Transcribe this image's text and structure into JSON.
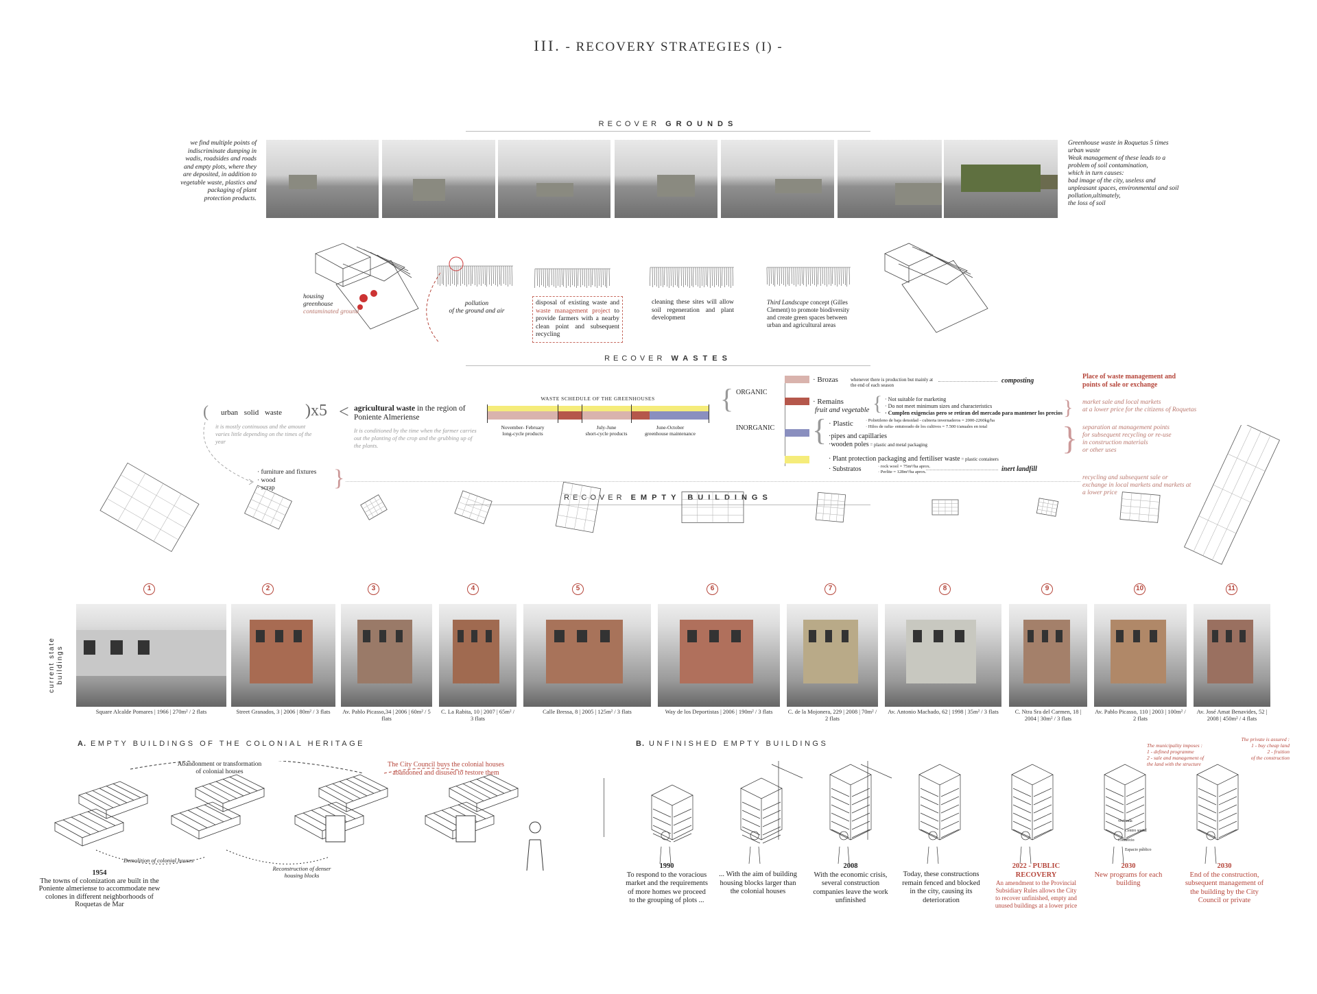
{
  "title": {
    "numeral": "III.",
    "text": " - RECOVERY STRATEGIES (I) -"
  },
  "grounds": {
    "heading_light": "RECOVER",
    "heading_bold": "GROUNDS",
    "left_text": [
      "we find multiple points of",
      "indiscriminate dumping in",
      "wadis, roadsides and roads",
      "and empty plots, where they",
      "are deposited, in addition to",
      "vegetable waste, plastics and",
      "packaging of plant",
      "protection products."
    ],
    "right_text": [
      "Greenhouse waste in Roquetas 5 times",
      "urban waste",
      "Weak management of these leads to a",
      "problem of soil contamination,",
      "which in turn causes:",
      "bad image of the city, useless and",
      "unpleasant spaces, environmental and soil",
      "pollution,ultimately,",
      "the loss of soil"
    ],
    "s1": {
      "a": "housing",
      "b": "greenhouse",
      "c": "contaminated ground"
    },
    "s2": {
      "a": "pollution",
      "b": "of the ground and air"
    },
    "s3": {
      "a": "disposal of existing waste and ",
      "b": "waste management project",
      "c": " to provide farmers with a nearby clean point and subsequent recycling"
    },
    "s4": "cleaning these sites will allow soil regeneration and plant development",
    "s5": {
      "a": "Third Landscape",
      "b": " concept (Gilles Clement) to promote biodiversity and create green spaces between urban and agricultural areas"
    }
  },
  "wastes": {
    "heading_light": "RECOVER",
    "heading_bold": "WASTES",
    "urban": "urban solid waste",
    "times": ")x5",
    "lt": "<",
    "agri_bold": "agricultural waste",
    "agri_rest": " in the region of Poniente Almeriense",
    "urban_note": "it is mostly continuous and the amount varies little depending on the times of the year",
    "agri_note": "It is conditioned by the time when the farmer carries out the planting of the crop and the grubbing up of the plants.",
    "schedule": {
      "title": "WASTE SCHEDULE OF THE GREENHOUSES",
      "periods": [
        {
          "a": "November- February",
          "b": "long-cycle products"
        },
        {
          "a": "July-June",
          "b": "short-cycle products"
        },
        {
          "a": "June-October",
          "b": "greenhouse maintenance"
        }
      ]
    },
    "colors": {
      "brozas": "#d9b3ad",
      "remains": "#b5574b",
      "inorganic": "#8a8fbf",
      "yellow": "#f5ec7a"
    },
    "organic": "ORGANIC",
    "inorganic": "INORGANIC",
    "brozas": "· Brozas",
    "brozas_note": "whenever there is production but mainly at the end of each season",
    "composting": "composting",
    "remains": "· Remains",
    "fruit": "fruit and vegetable",
    "remains_items": [
      "· Not suitable for marketing",
      "· Do not meet minimum sizes and characteristics",
      "· Cumplen exigencias pero se retiran del mercado para mantener los precios"
    ],
    "plastic": "· Plastic",
    "plastic_items": [
      "· Polietileno de baja densidad - cubierta invernaderos = 2000-2260kg/ha",
      "· Hilos de rafia- entutorado de los cultivos = 7.500 t/anuales en total"
    ],
    "pipes": "·pipes and capillaries",
    "poles": "·wooden poles",
    "poles_note": " = plastic and metal packaging",
    "plant": "· Plant protection packaging and fertiliser waste",
    "plant_note": " = plastic containers",
    "substratos": "· Substratos",
    "sub_items": [
      "· rock wool = 75m³/ha aprox.",
      "· Perlite = 128m³/ha aprox."
    ],
    "landfill": "inert landfill",
    "furniture": [
      "· furniture and fixtures",
      "· wood",
      "· scrap"
    ],
    "place_title": [
      "Place of waste management and",
      "points of sale or exchange"
    ],
    "use1": [
      "market sale and local markets",
      "at a lower price for the citizens of Roquetas"
    ],
    "use2": [
      "separation at management points",
      "for subsequent recycling or re-use",
      "in construction materials",
      "or other uses"
    ],
    "use3": [
      "recycling and subsequent sale or",
      "exchange in local markets and markets at",
      "a lower price"
    ]
  },
  "buildings": {
    "heading_light": "RECOVER",
    "heading_bold": "EMPTY BUILDINGS",
    "side_label": [
      "current state",
      "buildings"
    ],
    "items": [
      {
        "num": "1",
        "caption": "Square Alcalde Pomares  |  1966  |  270m² / 2 flats"
      },
      {
        "num": "2",
        "caption": "Street Granados, 3  |  2006  |  80m² / 3 flats"
      },
      {
        "num": "3",
        "caption": "Av. Pablo Picasso,34  |  2006  |  60m² / 5 flats"
      },
      {
        "num": "4",
        "caption": "C. La Rabita, 10 | 2007 | 65m² / 3 flats"
      },
      {
        "num": "5",
        "caption": "Calle Bressa, 8  |  2005  |  125m² / 3 flats"
      },
      {
        "num": "6",
        "caption": "Way de los Deportistas  |  2006  |  190m² / 3 flats"
      },
      {
        "num": "7",
        "caption": "C. de la Mojonera, 229  |  2008  |  70m² / 2 flats"
      },
      {
        "num": "8",
        "caption": "Av. Antonio Machado, 62  |  1998  |  35m² / 3 flats"
      },
      {
        "num": "9",
        "caption": "C. Ntra Sra del Carmen, 18 | 2004 | 30m² / 3 flats"
      },
      {
        "num": "10",
        "caption": "Av. Pablo Picasso, 110  | 2003 | 100m² / 2 flats"
      },
      {
        "num": "11",
        "caption": "Av. José Amat Benavides, 52 | 2008 | 450m² / 4 flats"
      }
    ]
  },
  "colonial": {
    "letter": "A.",
    "title": "EMPTY BUILDINGS OF THE COLONIAL HERITAGE",
    "abandon": [
      "Abandonment or transformation",
      "of colonial houses"
    ],
    "council": [
      "The City Council buys the colonial houses",
      "abandoned and disused to restore them"
    ],
    "demolition": "Demolition of colonial houses",
    "reconstruction": [
      "Reconstruction of denser",
      "housing blocks"
    ],
    "year": "1954",
    "desc": [
      "The towns of colonization are built in the",
      "Poniente almeriense to accommodate new",
      "colones in different neighborhoods of",
      "Roquetas de Mar"
    ]
  },
  "unfinished": {
    "letter": "B.",
    "title": "UNFINISHED EMPTY BUILDINGS",
    "municipality": [
      "The municipality imposes :",
      "1 - defined programme",
      "2 - sale and management of",
      "the land with the structure"
    ],
    "private": [
      "The private is assured :",
      "1 - buy cheap land",
      "2 - fruition",
      "of the construction"
    ],
    "programs": [
      "vivienda",
      "Centro social",
      "Comercio",
      "Espacio público"
    ],
    "steps": [
      {
        "year": "1990",
        "text": "To respond to the voracious market and the requirements of more homes we proceed to the grouping of plots ...",
        "red": false
      },
      {
        "year": "",
        "text": "... With the aim of building housing blocks larger than the colonial houses",
        "red": false
      },
      {
        "year": "2008",
        "text": "With the economic crisis, several construction companies leave the work unfinished",
        "red": false
      },
      {
        "year": "",
        "text": "Today, these constructions remain fenced and blocked in the city, causing its deterioration",
        "red": false
      },
      {
        "year": "2022 - PUBLIC RECOVERY",
        "text": "An amendment to the Provincial Subsidiary Rules allows the City to recover unfinished, empty and unused buildings at a lower price",
        "red": true
      },
      {
        "year": "2030",
        "text": "New programs for each building",
        "red": true
      },
      {
        "year": "2030",
        "text": "End of the construction, subsequent management of the building by the City Council or private",
        "red": true
      }
    ]
  }
}
